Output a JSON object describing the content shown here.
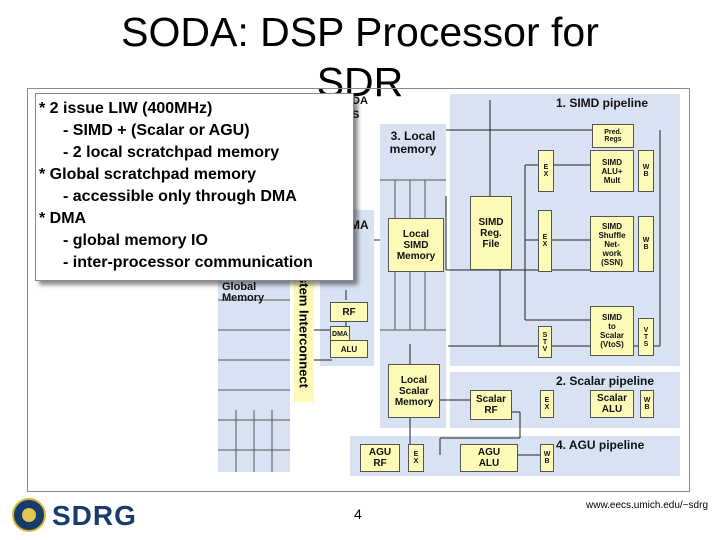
{
  "title": {
    "line1": "SODA: DSP Processor for",
    "line2": "SDR"
  },
  "popup": {
    "bullets": [
      "* 2 issue LIW (400MHz)",
      "- SIMD + (Scalar or AGU)",
      "- 2 local scratchpad memory",
      "* Global scratchpad memory",
      "- accessible only through DMA",
      "* DMA",
      "- global memory IO",
      "- inter-processor communication"
    ]
  },
  "diagram": {
    "simd_pipeline": "1. SIMD pipeline",
    "scalar_pipeline": "2. Scalar pipeline",
    "local_memory": "3. Local\nmemory",
    "agu_pipeline": "4. AGU pipeline",
    "partial_dma": "DA",
    "partial_s": "S",
    "dma_label": "MA",
    "global_memory": "Global\nMemory",
    "interconnect": "stem Interconnect",
    "blocks": {
      "pred_regs": "Pred.\nRegs",
      "simd_alu": "SIMD\nALU+\nMult",
      "simd_shuffle": "SIMD\nShuffle\nNet-\nwork\n(SSN)",
      "simd_to_scalar": "SIMD\nto\nScalar\n(VtoS)",
      "simd_reg_file": "SIMD\nReg.\nFile",
      "local_simd_memory": "Local\nSIMD\nMemory",
      "rf": "RF",
      "dma": "DMA",
      "alu": "ALU",
      "local_scalar_memory": "Local\nScalar\nMemory",
      "scalar_rf": "Scalar\nRF",
      "scalar_alu": "Scalar\nALU",
      "agu_rf": "AGU\nRF",
      "agu_alu": "AGU\nALU"
    },
    "stage_tags": {
      "wb1": "W\nB",
      "wb2": "W\nB",
      "ex_simd": "E\nX",
      "ex_simd2": "E\nX",
      "vts": "V\nT\nS",
      "stv": "S\nT\nV",
      "ex_scalar": "E\nX",
      "wb_scalar": "W\nB",
      "ex_agu": "E\nX",
      "wb_agu": "W\nB"
    }
  },
  "footer": {
    "logo_text": "SDRG",
    "page_number": "4",
    "url": "www.eecs.umich.edu/~sdrg"
  },
  "colors": {
    "region": "#d8e2f3",
    "block": "#fefab8",
    "logo": "#173b6c"
  }
}
